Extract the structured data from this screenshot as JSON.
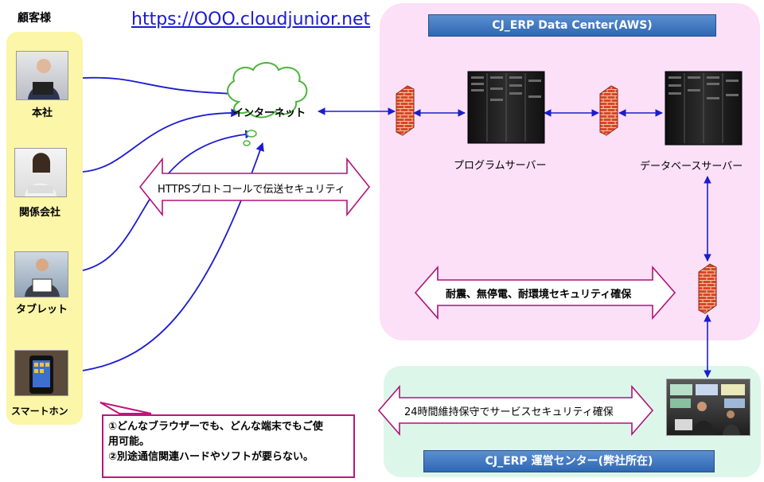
{
  "url": "https://OOO.cloudjunior.net",
  "customers": {
    "title": "顧客様",
    "items": [
      {
        "label": "本社"
      },
      {
        "label": "関係会社"
      },
      {
        "label": "タブレット"
      },
      {
        "label": "スマートホン"
      }
    ]
  },
  "internet_label": "インターネット",
  "https_arrow": "HTTPSプロトコールで伝送セキュリティ",
  "data_center": {
    "title": "CJ_ERP Data Center(AWS)",
    "program_server": "プログラムサーバー",
    "database_server": "データベースサーバー",
    "security_arrow": "耐震、無停電、耐環境セキュリティ確保"
  },
  "ops_center": {
    "title": "CJ_ERP 運営センター(弊社所在)",
    "arrow": "24時間維持保守でサービスセキュリティ確保"
  },
  "note": {
    "line1": "①どんなブラウザーでも、どんな端末でもご使",
    "line2": "用可能。",
    "line3": "②別途通信関連ハードやソフトが要らない。"
  },
  "colors": {
    "customer_panel": "#fbf6a8",
    "datacenter_panel": "#fbe0f7",
    "ops_panel": "#dcf7ea",
    "connector": "#1c1cd0",
    "arrow_outline": "#b0127a",
    "banner": "#3a72bd"
  }
}
